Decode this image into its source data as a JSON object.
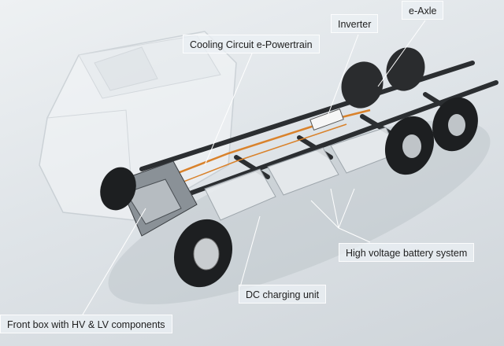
{
  "labels": {
    "cooling": "Cooling Circuit e-Powertrain",
    "inverter": "Inverter",
    "eaxle": "e-Axle",
    "battery": "High voltage battery system",
    "dc_charging": "DC charging unit",
    "front_box": "Front box with HV & LV components"
  },
  "colors": {
    "background": "#dfe4e8",
    "frame": "#2b2e31",
    "tire": "#1d1f21",
    "cooling_pipe": "#d9822b"
  }
}
